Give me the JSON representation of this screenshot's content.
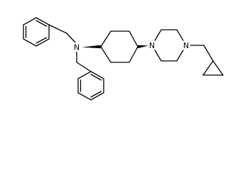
{
  "atoms": {
    "n_amine": "N",
    "n_pip_left": "N",
    "n_pip_right": "N"
  },
  "colors": {
    "bond": "#000000",
    "background": "#ffffff"
  }
}
